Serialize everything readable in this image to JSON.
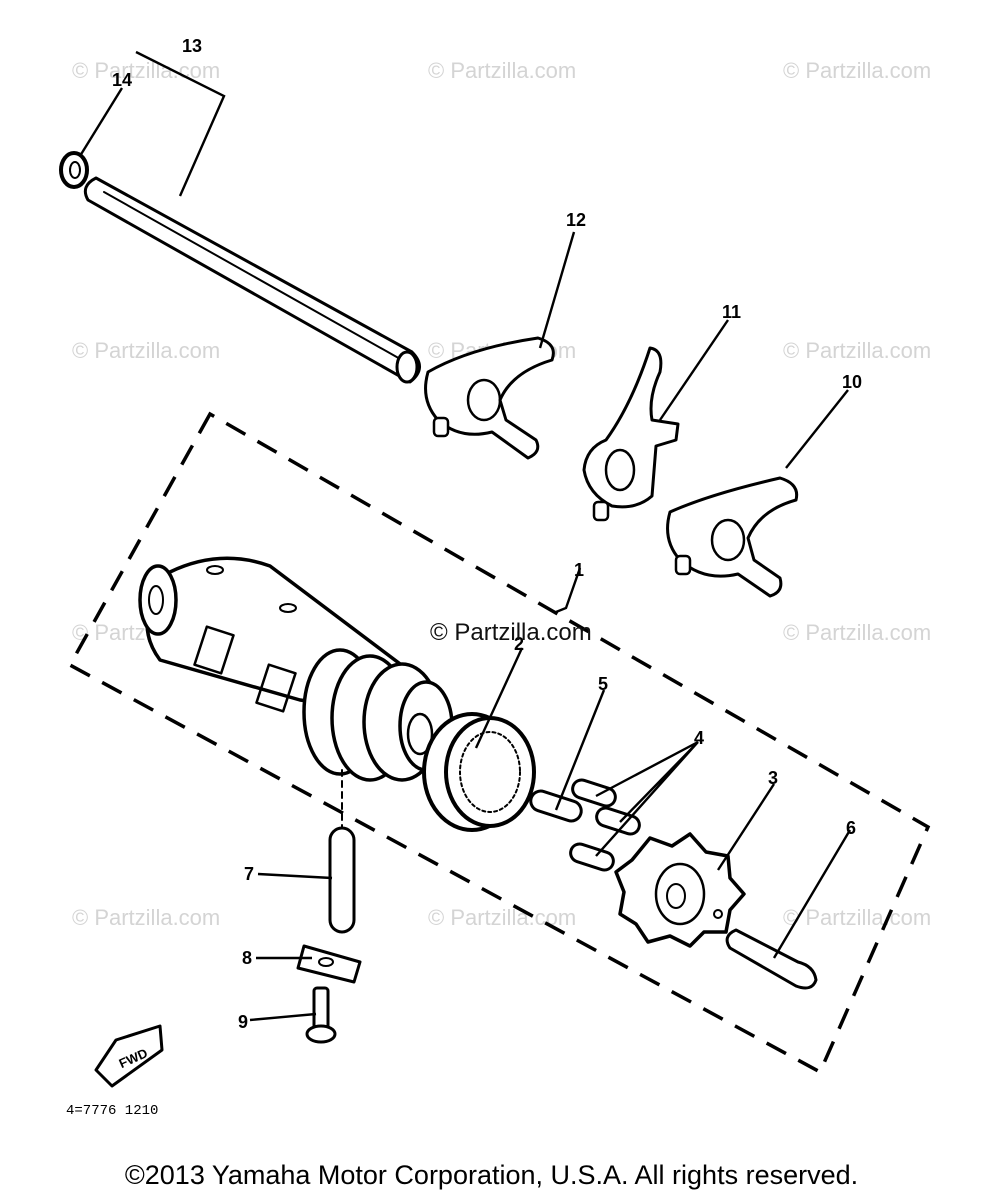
{
  "diagram": {
    "watermark": "© Partzilla.com",
    "center_watermark": "© Partzilla.com",
    "fwd_label": "FWD",
    "drawing_code": "4=7776 1210",
    "copyright": "©2013  Yamaha Motor Corporation, U.S.A. All rights reserved.",
    "callouts": {
      "c1": "1",
      "c2": "2",
      "c3": "3",
      "c4": "4",
      "c5": "5",
      "c6": "6",
      "c7": "7",
      "c8": "8",
      "c9": "9",
      "c10": "10",
      "c11": "11",
      "c12": "12",
      "c13": "13",
      "c14": "14"
    }
  }
}
